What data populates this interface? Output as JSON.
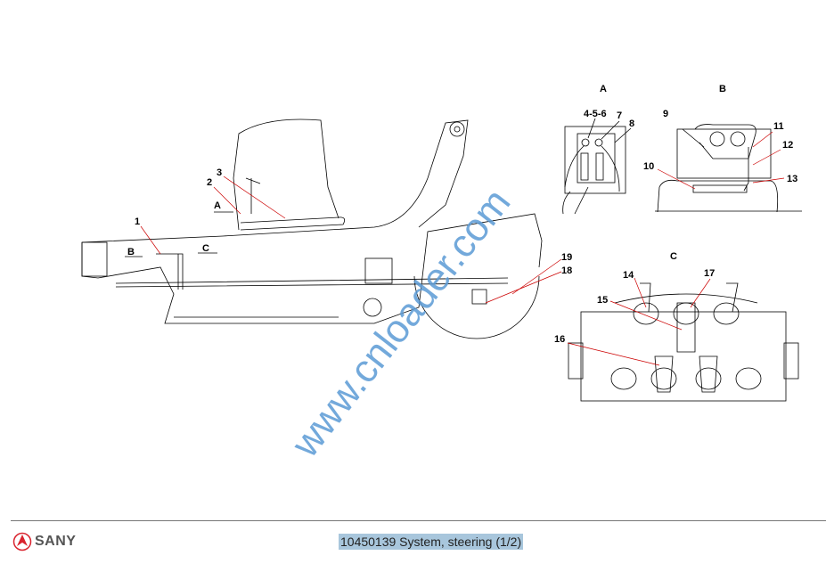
{
  "drawing": {
    "callouts_main": [
      "1",
      "2",
      "3",
      "A",
      "B",
      "C",
      "19",
      "18"
    ],
    "detail_a": {
      "title": "A",
      "labels": [
        "4-5-6",
        "7",
        "8"
      ]
    },
    "detail_b": {
      "title": "B",
      "labels": [
        "9",
        "11",
        "12",
        "10",
        "13"
      ]
    },
    "detail_c": {
      "title": "C",
      "labels": [
        "14",
        "17",
        "15",
        "16"
      ]
    }
  },
  "watermark": "www.cnloader.com",
  "footer": {
    "logo": "SANY",
    "caption": "10450139 System, steering (1/2)",
    "highlight_color": "#a8c6dc",
    "logo_color": "#d9232e"
  }
}
